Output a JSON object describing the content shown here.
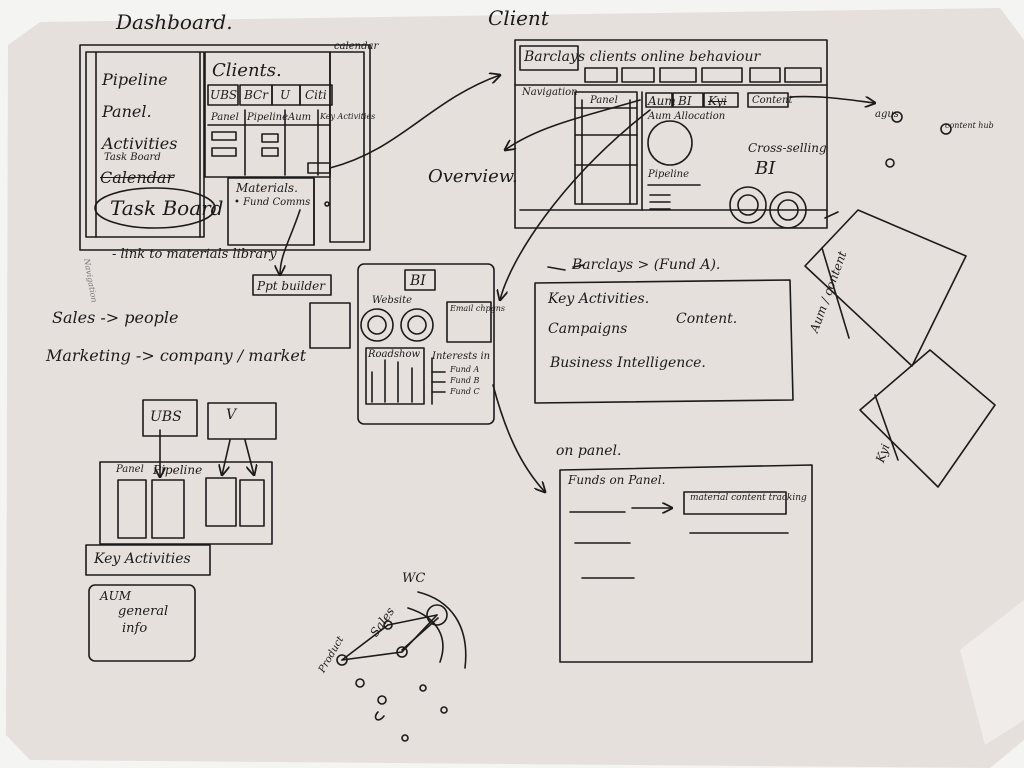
{
  "dashboard": {
    "title": "Dashboard.",
    "nav_items": [
      "Pipeline",
      "Panel.",
      "Activities",
      "Calendar",
      "Task Board"
    ],
    "activities_note": "Task Board",
    "clients_title": "Clients.",
    "client_tabs": [
      "UBS",
      "BCr",
      "U",
      "Citi"
    ],
    "columns": [
      "Panel",
      "Pipeline",
      "Aum",
      "Key Activities"
    ],
    "calendar_label": "calendar",
    "materials_title": "Materials.",
    "fund_comms": "• Fund Comms",
    "link_note": "- link to materials library",
    "ppt_builder": "Ppt builder",
    "side_note": "Navigation"
  },
  "client": {
    "title": "Client",
    "header": "Barclays clients online behaviour",
    "navigation": "Navigation",
    "panel": "Panel",
    "tabs": [
      "Aum",
      "BI",
      "Kyi",
      "Content"
    ],
    "aum_allocation": "Aum Allocation",
    "cross_selling": "Cross-selling",
    "bi": "BI",
    "pipeline": "Pipeline",
    "overview": "Overview.",
    "agus": "agus",
    "contentual": "content hub"
  },
  "bi_panel": {
    "title": "BI",
    "website": "Website",
    "email": "Email chpgns",
    "roadshow": "Roadshow",
    "interests": "Interests in",
    "funds": [
      "Fund A",
      "Fund B",
      "Fund C"
    ]
  },
  "fund_box": {
    "title": "Barclays > (Fund A).",
    "items": [
      "Key Activities.",
      "Campaigns",
      "Content.",
      "Business Intelligence."
    ]
  },
  "on_panel": {
    "label": "on panel.",
    "title": "Funds on Panel.",
    "content_note": "material content tracking"
  },
  "notes": {
    "sales": "Sales -> people",
    "marketing": "Marketing -> company / market"
  },
  "lower_left": {
    "boxes": [
      "UBS",
      "V"
    ],
    "panel": "Panel",
    "pipeline": "Pipeline",
    "key_activities": "Key Activities",
    "aum": "AUM",
    "general_info": [
      "general",
      "info"
    ]
  },
  "network": {
    "labels": [
      "Product",
      "Sales",
      "WC"
    ]
  },
  "right_sheets": {
    "sheet1": "Aum / content",
    "sheet2": "Kyi"
  },
  "colors": {
    "ink": "#1b1b1b",
    "paper": "#e6e0dc",
    "wall": "#f4f4f2"
  }
}
